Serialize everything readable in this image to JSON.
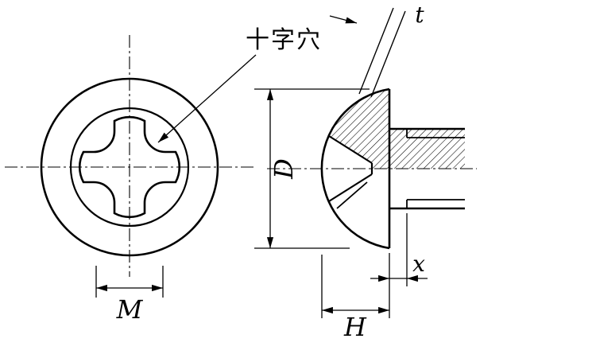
{
  "figure": {
    "recess_label": "十字穴",
    "dims": {
      "t": "t",
      "D": "D",
      "M": "M",
      "H": "H",
      "x": "x"
    },
    "colors": {
      "line": "#000000",
      "background": "#ffffff"
    }
  }
}
